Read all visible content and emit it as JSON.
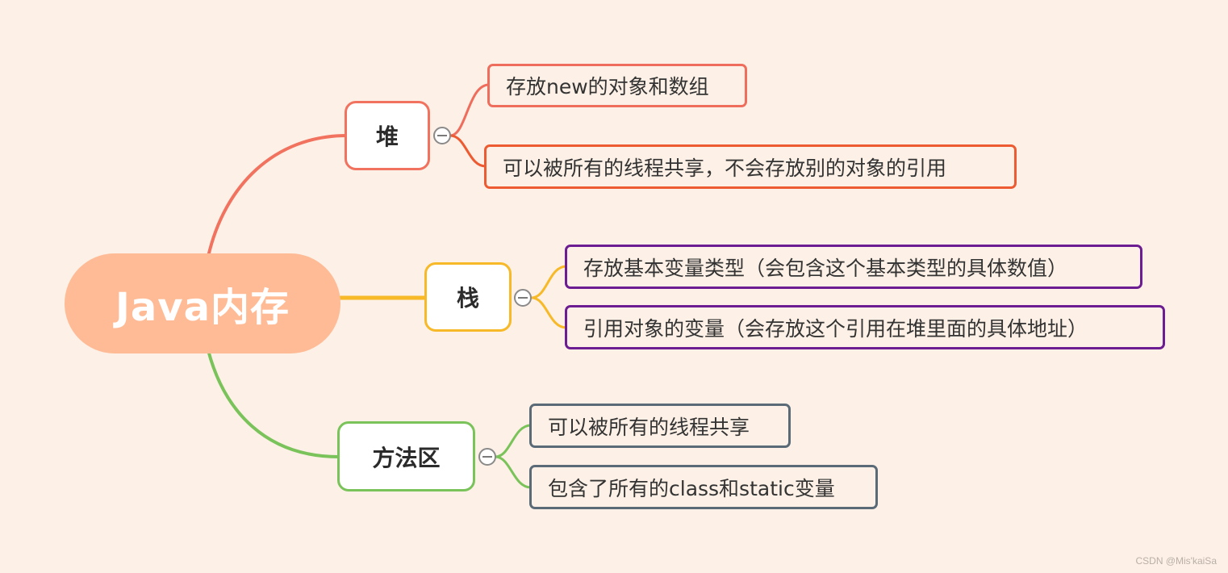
{
  "root": {
    "label": "Java内存",
    "color": "#ffbb95"
  },
  "branches": [
    {
      "label": "堆",
      "color": "#f1725e",
      "children": [
        {
          "label": "存放new的对象和数组",
          "color": "#ee6d5c"
        },
        {
          "label": "可以被所有的线程共享，不会存放别的对象的引用",
          "color": "#ec5b32"
        }
      ]
    },
    {
      "label": "栈",
      "color": "#f7b927",
      "children": [
        {
          "label": "存放基本变量类型（会包含这个基本类型的具体数值）",
          "color": "#6c1d92"
        },
        {
          "label": "引用对象的变量（会存放这个引用在堆里面的具体地址）",
          "color": "#6c1d92"
        }
      ]
    },
    {
      "label": "方法区",
      "color": "#7ac35a",
      "children": [
        {
          "label": "可以被所有的线程共享",
          "color": "#5a6b77"
        },
        {
          "label": "包含了所有的class和static变量",
          "color": "#5a6b77"
        }
      ]
    }
  ],
  "watermark": "CSDN @Mis'kaiSa"
}
